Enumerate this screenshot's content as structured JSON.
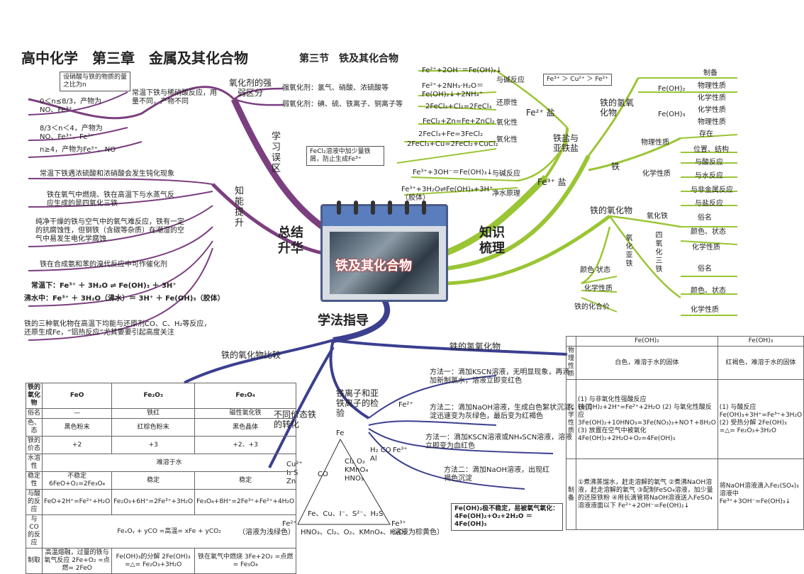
{
  "header": {
    "title": "高中化学　第三章　金属及其化合物",
    "section": "第三节　铁及其化合物"
  },
  "center": {
    "title": "铁及其化合物"
  },
  "branches": {
    "summary": "总结升华",
    "knowledge": "知识梳理",
    "method": "学法指导"
  },
  "summary": {
    "errors_label": "学习误区",
    "ability_label": "知能提升",
    "oxidant_title": "氧化剂的强弱区分",
    "strong_oxidant": "强氧化剂：氯气、硝酸、浓硫酸等",
    "weak_oxidant": "弱氧化剂：碘、硫、铁离子、铜离子等",
    "ratio_note": "设硝酸与铁的物质的量之比为n",
    "fe_hno3_note": "常温下铁与稀硝酸反应，用量不同，产物不同",
    "n1": "0＜n≤8/3，产物为NO、Fe³⁺",
    "n2": "8/3＜n＜4，产物为NO、Fe³⁺、Fe²⁺",
    "n3": "n≥4，产物为Fe³⁺、NO",
    "p1": "常温下铁遇浓硫酸和浓硝酸会发生钝化现象",
    "p2": "铁在氧气中燃烧、铁在高温下与水蒸气反应生成的是四氧化三铁",
    "p3": "纯净干燥的铁与空气中的氧气难反应，铁有一定的抗腐蚀性，但钢铁（含碳等杂质）在潮湿的空气中易发生电化学腐蚀",
    "p4": "铁在合成氨和苯的溴代反应中可作催化剂",
    "p5a": "常温下：Fe³⁺ ＋ 3H₂O ⇌ Fe(OH)₃ ＋ 3H⁺",
    "p5b": "沸水中：Fe³⁺ ＋ 3H₂O（沸水）＝ 3H⁺ ＋ Fe(OH)₃（胶体）",
    "p6": "铁的三种氧化物在高温下均能与还原剂CO、C、H₂等反应，还原生成Fe，“铝热反应”尤其要要引起高度关注"
  },
  "knowledge": {
    "fe2_salt": "Fe²⁺ 盐",
    "fe3_salt": "Fe³⁺ 盐",
    "salts": "铁盐与亚铁盐",
    "base_react": "与碱反应",
    "reducing": "还原性",
    "oxidizing": "氧化性",
    "water_purify": "净水原理",
    "eq1": "Fe²⁺+2OH⁻＝Fe(OH)₂↓",
    "eq2": "Fe²⁺+2NH₃·H₂O＝Fe(OH)₂↓+2NH₄⁺",
    "eq3": "2FeCl₂+Cl₂=2FeCl₃",
    "eq4": "FeCl₂+Zn=Fe+ZnCl₂",
    "eq5": "2FeCl₃+Fe=3FeCl₂",
    "eq6": "2FeCl₃+Cu=2FeCl₂+CuCl₂",
    "eq7": "Fe³⁺+3OH⁻＝Fe(OH)₃↓",
    "eq8": "Fe³⁺+3H₂O⇌Fe(OH)₃+3H⁺（胶体）",
    "order": "Fe³⁺ ＞ Cu²⁺ ＞ Fe²⁺",
    "fecl2_note": "FeCl₂溶液中加少量铁屑，防止生成Fe³⁺",
    "hydroxide": "铁的氢氧化物",
    "feoh2": "Fe(OH)₂",
    "feoh3": "Fe(OH)₃",
    "prep": "制备",
    "phys": "物理性质",
    "chem": "化学性质",
    "iron": "铁",
    "exist": "存在",
    "position": "位置、结构",
    "acid": "与酸反应",
    "water": "与水反应",
    "nonmetal": "与非金属反应",
    "salt": "与盐反应",
    "oxide": "铁的氧化物",
    "feo": "氧化铁",
    "fe3o4": "四氧化三铁",
    "feo2": "氧化亚铁",
    "common": "俗名",
    "color": "颜色、状态",
    "color2": "颜色 状态",
    "valence": "铁的化合价"
  },
  "method": {
    "oxide_compare": "铁的氧化物比较",
    "hydroxide": "铁的氢氧化物",
    "detect": "铁离子和亚铁离子的检验",
    "convert": "不同价态铁的转化",
    "m1": "方法一：滴加KSCN溶液，无明显现象，再滴加新制氯水，溶液立即变红色",
    "m2": "方法二：滴加NaOH溶液，生成白色絮状沉淀，该沉淀迅速变为灰绿色，最后变为红褐色",
    "m3": "方法一：滴加KSCN溶液或NH₄SCN溶液，溶液立即变为血红色",
    "m4": "方法二：滴加NaOH溶液，出现红褐色沉淀",
    "fe2": "Fe²⁺",
    "fe3": "Fe³⁺",
    "warn": "Fe(OH)₂极不稳定，易被氧气氧化：4Fe(OH)₂+O₂+2H₂O ＝4Fe(OH)₃",
    "tri_fe": "Fe",
    "tri_fe2": "Fe²⁺",
    "tri_fe3": "Fe³⁺",
    "light_green": "（溶液为浅绿色）",
    "brown": "（溶液为棕黄色）",
    "bottom_oxid": "HNO₃、Cl₂、O₂、KMnO₄、H₂O₂",
    "bottom_red": "Fe、Cu、I⁻、S²⁻、H₂S",
    "left_red": "Cu²⁺ I₂ S Zn",
    "left_ox": "CO",
    "right_ox": "Cl₂ O₂ KMnO₄ HNO₃",
    "right_red": "H₂ CO Al"
  },
  "oxide_table": {
    "rows": [
      [
        "铁的氧化物",
        "FeO",
        "Fe₂O₃",
        "Fe₃O₄"
      ],
      [
        "俗名",
        "—",
        "铁红",
        "磁性氧化铁"
      ],
      [
        "色、态",
        "黑色粉末",
        "红棕色粉末",
        "黑色晶体"
      ],
      [
        "铁的价态",
        "+2",
        "+3",
        "+2、+3"
      ],
      [
        "水溶性",
        "难溶于水",
        "",
        ""
      ],
      [
        "稳定性",
        "不稳定 6FeO+O₂=2Fe₃O₄",
        "稳定",
        "稳定"
      ],
      [
        "与酸的反应",
        "FeO+2H⁺=Fe²⁺+H₂O",
        "Fe₂O₃+6H⁺=2Fe³⁺+3H₂O",
        "Fe₃O₄+8H⁺=2Fe³⁺+Fe²⁺+4H₂O"
      ],
      [
        "与CO的反应",
        "FeₓOᵧ + yCO =高温= xFe + yCO₂",
        "",
        ""
      ],
      [
        "制取",
        "高温熔融，过量的铁与氧气反应 2Fe+O₂ =点燃= 2FeO",
        "Fe(OH)₃的分解 2Fe(OH)₃ =△= Fe₂O₃+3H₂O",
        "铁在氧气中燃烧 3Fe+2O₂ =点燃= Fe₃O₄"
      ]
    ]
  },
  "hydroxide_table": {
    "h1": "Fe(OH)₂",
    "h2": "Fe(OH)₃",
    "phys_label": "物理性质",
    "chem_label": "化学性质",
    "prep_label": "制备",
    "phys1": "白色，难溶于水的固体",
    "phys2": "红褐色，难溶于水的固体",
    "chem1": "(1) 与非氧化性强酸反应 Fe(OH)₂+2H⁺=Fe²⁺+2H₂O (2) 与氧化性酸反应 3Fe(OH)₂+10HNO₃=3Fe(NO₃)₃+NO↑+8H₂O (3) 放置在空气中被氧化 4Fe(OH)₂+2H₂O+O₂=4Fe(OH)₃",
    "chem2": "(1) 与酸反应 Fe(OH)₃+3H⁺=Fe³⁺+3H₂O (2) 受热分解 2Fe(OH)₃ =△= Fe₂O₃+3H₂O",
    "prep1": "①煮沸蒸馏水，赶走溶解的氧气 ②煮沸NaOH溶液，赶走溶解的氧气 ③配制FeSO₄溶液，加少量的还原铁粉 ④用长滴管将NaOH溶液送入FeSO₄溶液液面以下 Fe²⁺+2OH⁻=Fe(OH)₂↓",
    "prep2": "将NaOH溶液滴入Fe₂(SO₄)₃溶液中 Fe³⁺+3OH⁻=Fe(OH)₃↓"
  },
  "colors": {
    "purple": "#7b3f7f",
    "green": "#9ac534",
    "blue": "#3b3f8f"
  }
}
